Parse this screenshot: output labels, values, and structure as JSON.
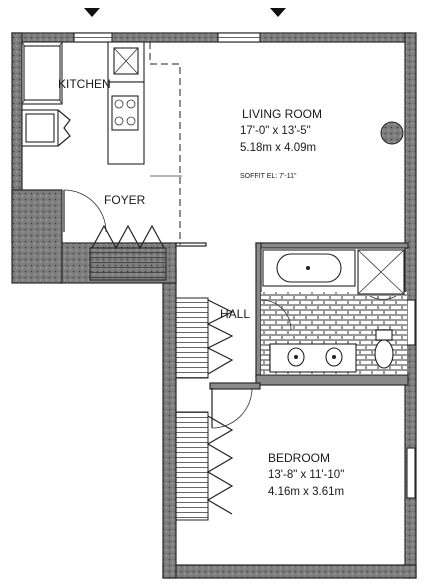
{
  "rooms": {
    "kitchen": {
      "name": "KITCHEN"
    },
    "foyer": {
      "name": "FOYER"
    },
    "hall": {
      "name": "HALL"
    },
    "living_room": {
      "name": "LIVING ROOM",
      "dim_imperial": "17'-0\" x 13'-5\"",
      "dim_metric": "5.18m x 4.09m"
    },
    "bedroom": {
      "name": "BEDROOM",
      "dim_imperial": "13'-8\" x 11'-10\"",
      "dim_metric": "4.16m x 3.61m"
    }
  },
  "annotations": {
    "soffit": "SOFFIT EL: 7'-11\""
  },
  "colors": {
    "wall_fill": "#8a8a8a",
    "line": "#222222",
    "background": "#ffffff"
  }
}
